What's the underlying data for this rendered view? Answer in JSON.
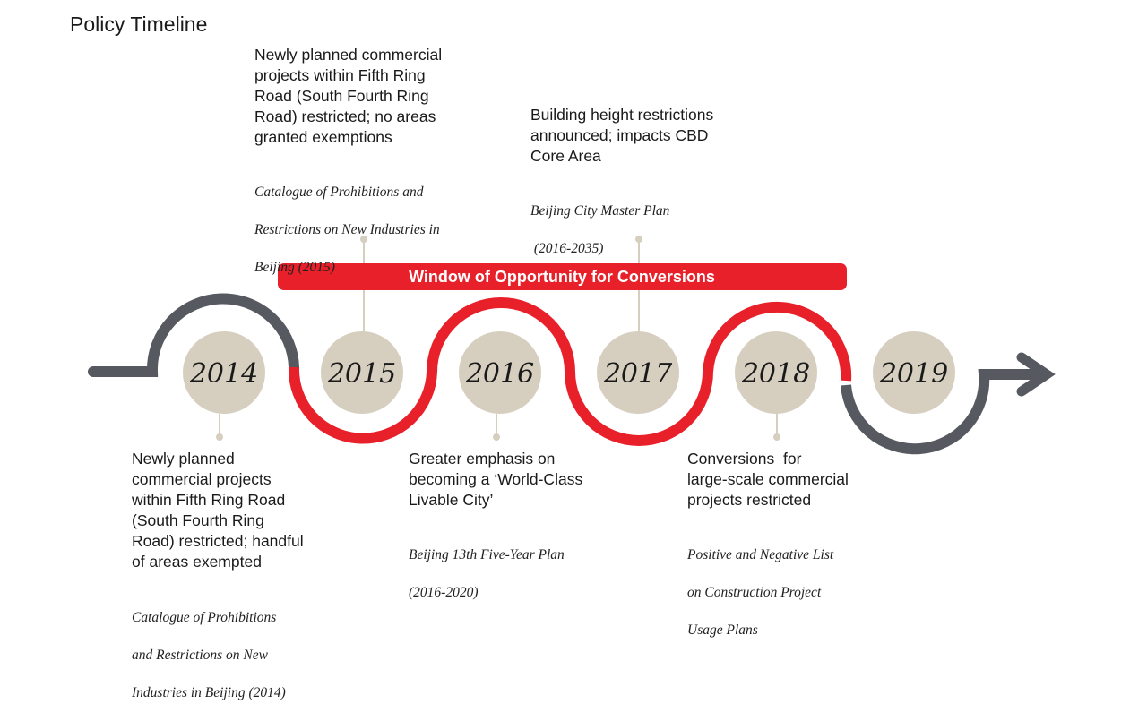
{
  "title": "Policy Timeline",
  "banner": {
    "label": "Window of Opportunity for Conversions",
    "color": "#e8202a"
  },
  "colors": {
    "gray_track": "#565a60",
    "red_track": "#e8202a",
    "circle_fill": "#d6cfbf",
    "connector": "#d6cfbf"
  },
  "years": [
    "2014",
    "2015",
    "2016",
    "2017",
    "2018",
    "2019"
  ],
  "events": [
    {
      "year": "2014",
      "text": [
        "Newly planned",
        "commercial projects",
        "within Fifth Ring Road",
        "(South Fourth Ring",
        "Road) restricted; handful",
        "of areas exempted"
      ],
      "source": [
        "Catalogue of Prohibitions",
        "and Restrictions on New",
        "Industries in Beijing (2014)"
      ]
    },
    {
      "year": "2015",
      "text": [
        "Newly planned commercial",
        "projects within Fifth Ring",
        "Road (South Fourth Ring",
        "Road) restricted; no areas",
        "granted exemptions"
      ],
      "source": [
        "Catalogue of Prohibitions and",
        "Restrictions on New Industries in",
        "Beijing (2015)"
      ]
    },
    {
      "year": "2016",
      "text": [
        "Greater emphasis on",
        "becoming a ‘World-Class",
        "Livable City’"
      ],
      "source": [
        "Beijing 13th Five-Year Plan",
        "(2016-2020)"
      ]
    },
    {
      "year": "2017",
      "text": [
        "Building height restrictions",
        "announced; impacts CBD",
        "Core Area"
      ],
      "source": [
        "Beijing City Master Plan",
        " (2016-2035)"
      ]
    },
    {
      "year": "2018",
      "text": [
        "Conversions  for",
        "large-scale commercial",
        "projects restricted"
      ],
      "source": [
        "Positive and Negative List",
        "on Construction Project",
        "Usage Plans"
      ]
    }
  ]
}
